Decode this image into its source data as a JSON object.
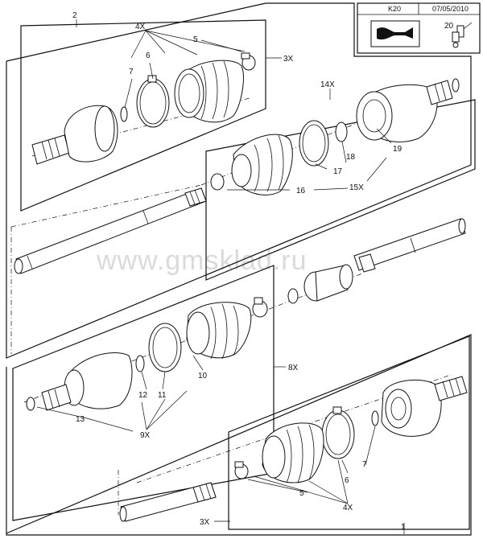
{
  "header": {
    "code": "K20",
    "date": "07/05/2010",
    "qty": "20",
    "icons": [
      "manual-book-wrench-icon",
      "grease-gun-icon"
    ]
  },
  "watermark": "www.gmsklad.ru",
  "callouts": {
    "c2": "2",
    "c4x_top": "4X",
    "c5_top": "5",
    "c3x_top": "3X",
    "c6_top": "6",
    "c7_top": "7",
    "c14x": "14X",
    "c18": "18",
    "c19": "19",
    "c17": "17",
    "c15x": "15X",
    "c16": "16",
    "c8x": "8X",
    "c10": "10",
    "c12": "12",
    "c11": "11",
    "c13": "13",
    "c9x": "9X",
    "c7_bot": "7",
    "c6_bot": "6",
    "c5_bot": "5",
    "c4x_bot": "4X",
    "c3x_bot": "3X",
    "c1": "1"
  }
}
